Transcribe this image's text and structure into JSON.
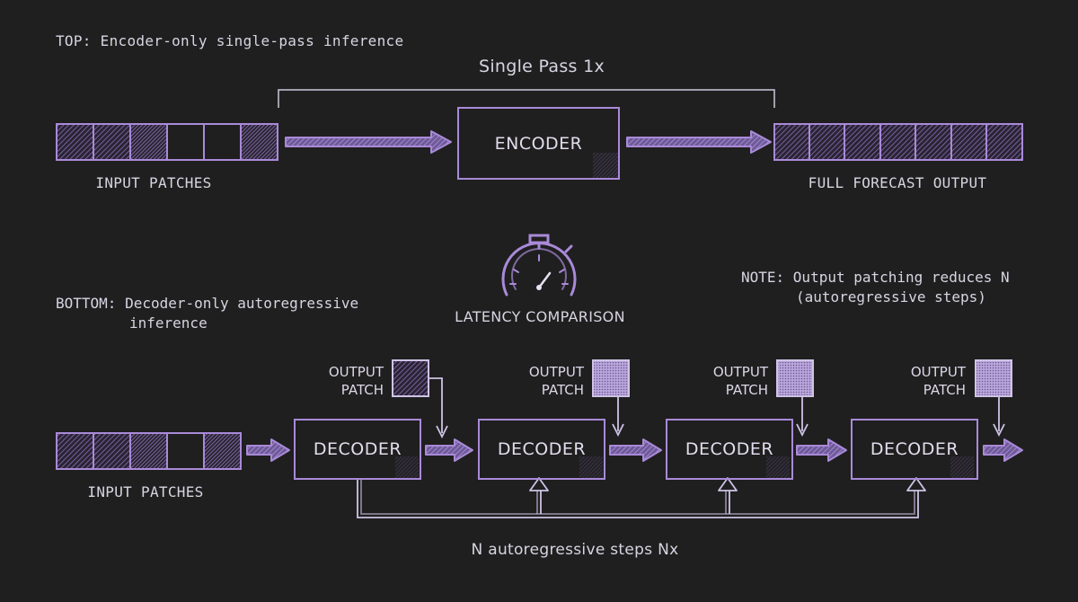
{
  "top": {
    "caption": "TOP: Encoder-only single-pass inference",
    "pass_label": "Single Pass 1x",
    "input_label": "INPUT PATCHES",
    "encoder_label": "ENCODER",
    "output_label": "FULL FORECAST OUTPUT"
  },
  "middle": {
    "latency_label": "LATENCY COMPARISON",
    "stopwatch_icon": "stopwatch-icon"
  },
  "note": {
    "line1": "NOTE: Output patching reduces N",
    "line2": "(autoregressive steps)"
  },
  "bottom": {
    "caption_line1": "BOTTOM: Decoder-only autoregressive",
    "caption_line2": "inference",
    "input_label": "INPUT PATCHES",
    "decoders": [
      {
        "label": "DECODER"
      },
      {
        "label": "DECODER"
      },
      {
        "label": "DECODER"
      },
      {
        "label": "DECODER"
      }
    ],
    "output_patches": [
      {
        "line1": "OUTPUT",
        "line2": "PATCH"
      },
      {
        "line1": "OUTPUT",
        "line2": "PATCH"
      },
      {
        "line1": "OUTPUT",
        "line2": "PATCH"
      },
      {
        "line1": "OUTPUT",
        "line2": "PATCH"
      }
    ],
    "steps_label": "N autoregressive steps Nx"
  },
  "colors": {
    "background": "#1f1f1f",
    "accent": "#a98ad8",
    "text": "#d8d4e2"
  }
}
